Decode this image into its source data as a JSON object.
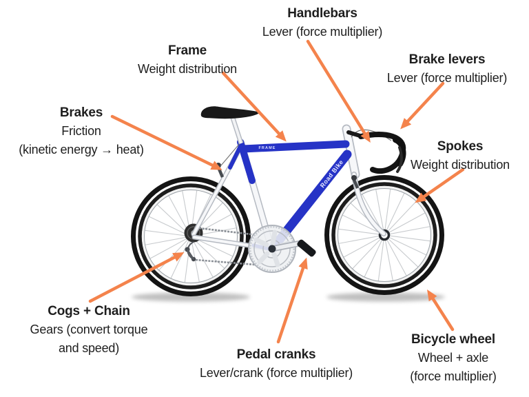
{
  "labels": {
    "handlebars": {
      "title": "Handlebars",
      "line1": "Lever (force multiplier)"
    },
    "frame": {
      "title": "Frame",
      "line1": "Weight distribution"
    },
    "brake_levers": {
      "title": "Brake levers",
      "line1": "Lever (force multiplier)"
    },
    "brakes": {
      "title": "Brakes",
      "line1": "Friction",
      "line2": "(kinetic energy → heat)"
    },
    "spokes": {
      "title": "Spokes",
      "line1": "Weight distribution"
    },
    "cogs_chain": {
      "title": "Cogs + Chain",
      "line1": "Gears (convert torque",
      "line2": "and speed)"
    },
    "pedal_cranks": {
      "title": "Pedal cranks",
      "line1": "Lever/crank (force multiplier)"
    },
    "bicycle_wheel": {
      "title": "Bicycle wheel",
      "line1": "Wheel + axle",
      "line2": "(force multiplier)"
    }
  },
  "bike": {
    "top_tube_label": "FRAME",
    "down_tube_label": "Road Bike"
  },
  "colors": {
    "arrow_orange": "#F4834C",
    "frame_blue": "#2633c6",
    "text": "#1e1e1e"
  }
}
